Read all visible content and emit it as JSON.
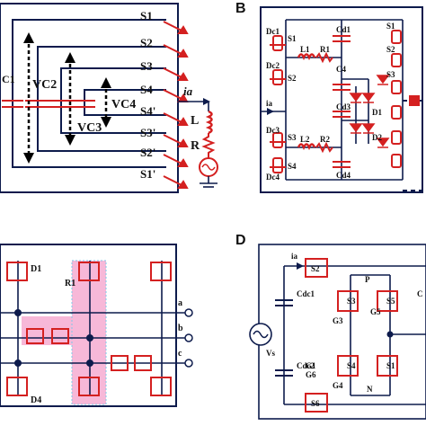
{
  "panels": {
    "A": {
      "switches": [
        "S1",
        "S2",
        "S3",
        "S4",
        "S4'",
        "S3'",
        "S2'",
        "S1'"
      ],
      "caps": {
        "c1": "C1",
        "vc2": "VC2",
        "vc3": "VC3",
        "vc4": "VC4"
      },
      "load": {
        "current": "ia",
        "inductor": "L",
        "resistor": "R"
      }
    },
    "B": {
      "letter": "B",
      "labels": {
        "s1": "S1",
        "dc1": "Dc1",
        "dc2": "Dc2",
        "s2": "S2",
        "l1": "L1",
        "r1": "R1",
        "cd1": "Cd1",
        "c4": "C4",
        "cd3": "Cd3",
        "cd4": "Cd4",
        "dc3": "Dc3",
        "dc4": "Dc4",
        "s3": "S3",
        "l2": "L2",
        "r2": "R2",
        "s4": "S4",
        "ia": "ia",
        "d1": "D1",
        "d2": "D2",
        "s1r": "S1",
        "s2r": "S2",
        "s3r": "S3"
      }
    },
    "C": {
      "labels": {
        "d1": "D1",
        "r1": "R1",
        "d4": "D4",
        "a": "a",
        "b": "b",
        "c": "c"
      }
    },
    "D": {
      "letter": "D",
      "labels": {
        "ia": "ia",
        "s2": "S2",
        "cdc1": "Cdc1",
        "vs": "Vs",
        "cdc2": "Cdc2",
        "s6": "S6",
        "p": "P",
        "n": "N",
        "g3": "G3",
        "s3": "S3",
        "g5": "G5",
        "s5": "S5",
        "g4": "G4",
        "s4": "S4",
        "g1": "G1",
        "s1": "S1",
        "g6": "G6",
        "c": "C"
      }
    }
  }
}
